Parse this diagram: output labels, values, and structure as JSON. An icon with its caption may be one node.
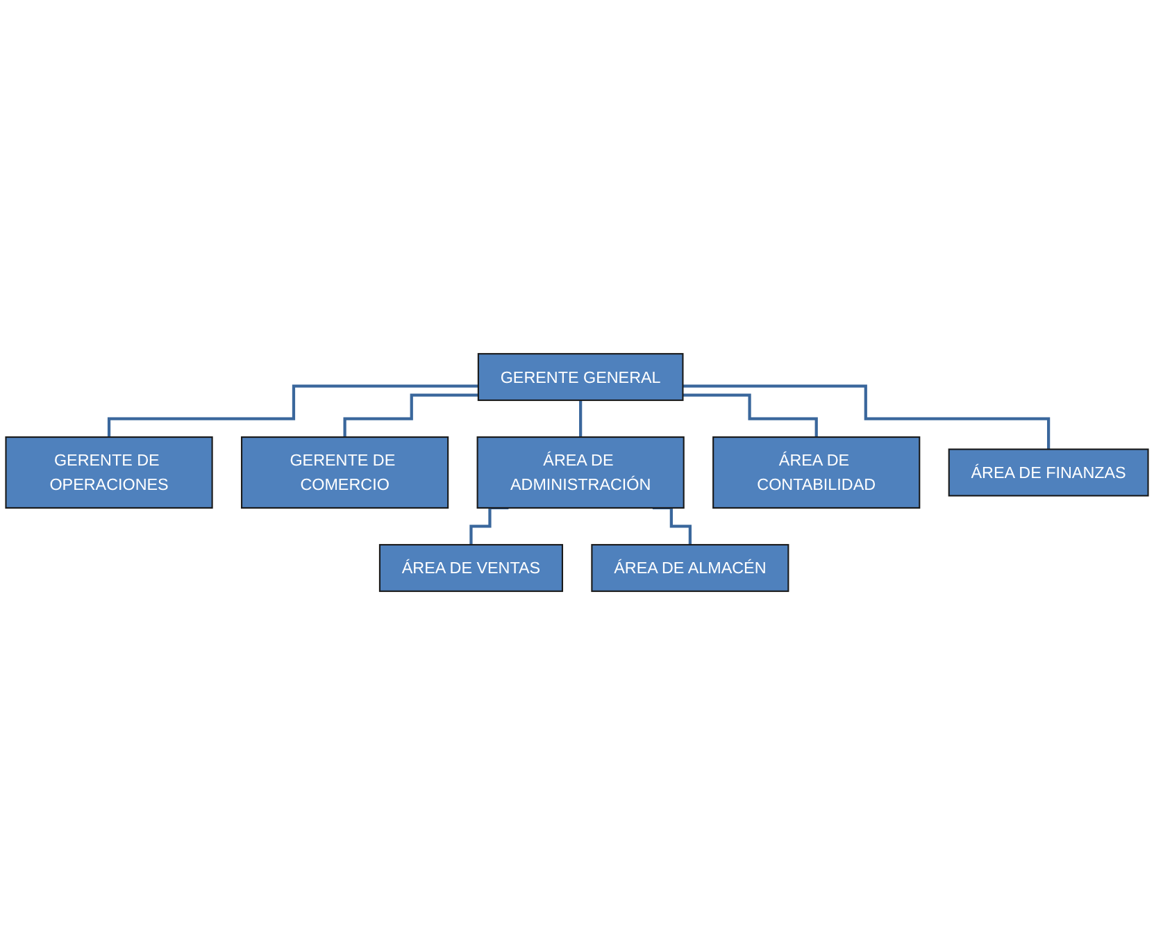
{
  "diagram": {
    "nodes": [
      {
        "text": [
          "GERENTE GENERAL"
        ]
      },
      {
        "text": [
          "GERENTE DE OPERACIONES"
        ]
      },
      {
        "text": [
          "GERENTE DE COMERCIO"
        ]
      },
      {
        "text": [
          "ÁREA DE ADMINISTRACIÓN"
        ]
      },
      {
        "text": [
          "ÁREA DE CONTABILIDAD"
        ]
      },
      {
        "text": [
          "ÁREA DE FINANZAS"
        ]
      },
      {
        "text": [
          "ÁREA DE VENTAS"
        ]
      },
      {
        "text": [
          "ÁREA DE ALMACÉN"
        ]
      }
    ],
    "edges": [
      {
        "from": 0,
        "to": 1,
        "arrow": "none"
      },
      {
        "from": 0,
        "to": 2,
        "arrow": "none"
      },
      {
        "from": 0,
        "to": 3,
        "arrow": "none"
      },
      {
        "from": 0,
        "to": 4,
        "arrow": "none"
      },
      {
        "from": 0,
        "to": 5,
        "arrow": "none"
      },
      {
        "from": 3,
        "to": 6,
        "arrow": "none"
      },
      {
        "from": 3,
        "to": 7,
        "arrow": "none"
      }
    ]
  }
}
